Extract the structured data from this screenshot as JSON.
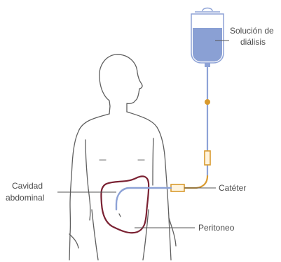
{
  "labels": {
    "solution_line1": "Solución de",
    "solution_line2": "diálisis",
    "catheter": "Catéter",
    "cavity_line1": "Cavidad",
    "cavity_line2": "abdominal",
    "peritoneum": "Peritoneo"
  },
  "colors": {
    "body_outline": "#5f5f5f",
    "bag_outline": "#8da2d6",
    "fluid": "#8aa0d4",
    "tube_blue": "#8da2d6",
    "catheter_orange": "#d99a2e",
    "peritoneum": "#7b2233",
    "leader_lines": "#555555"
  },
  "icons": {
    "bag": "dialysis-bag-icon",
    "body": "human-torso-outline"
  }
}
